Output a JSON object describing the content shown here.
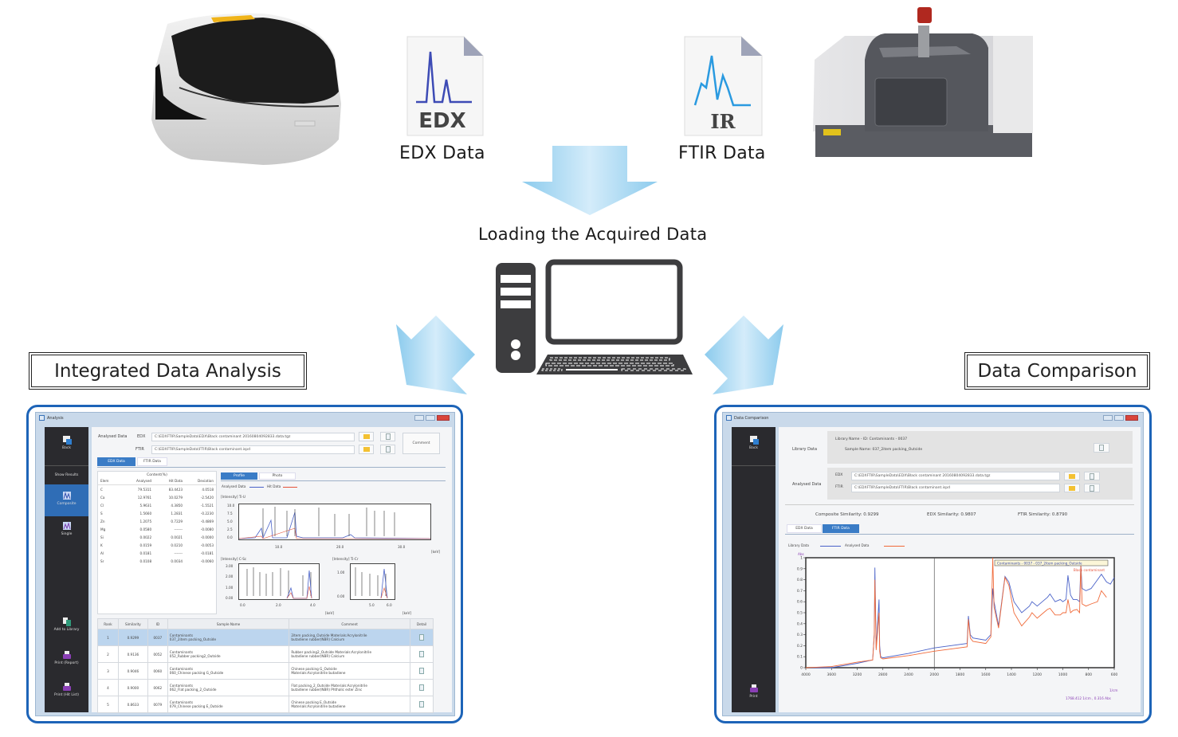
{
  "labels": {
    "edx_data": "EDX Data",
    "ftir_data": "FTIR Data",
    "loading": "Loading the Acquired Data",
    "integrated": "Integrated Data Analysis",
    "comparison": "Data Comparison",
    "edx_icon_text": "EDX",
    "ir_icon_text": "IR"
  },
  "colors": {
    "arrow": "#a9d6f0",
    "frame": "#1d64b8",
    "library_line": "#4a62c8",
    "analysed_line": "#f06a3a"
  },
  "analysis": {
    "window_title": "Analysis",
    "sidebar": {
      "back": "Back",
      "show_results": "Show Results",
      "composite": "Composite",
      "single": "Single",
      "add_to_library": "Add to Library",
      "print_report": "Print (Report)",
      "print_hit_list": "Print (Hit List)"
    },
    "analysed_data_label": "Analysed Data",
    "edx_label": "EDX",
    "ftir_label": "FTIR",
    "edx_path": "C:\\EDXFTIR\\SampleData\\EDX\\Black contaminant 20160804092833.data.tgz",
    "ftir_path": "C:\\EDXFTIR\\SampleData\\FTIR\\Black contaminant.ispd",
    "comment_button": "Comment",
    "tabs": [
      "EDX Data",
      "FTIR Data"
    ],
    "content_title": "Content(%)",
    "content_headers": [
      "Elem",
      "Analysed",
      "Hit Data",
      "Deviation"
    ],
    "content_rows": [
      [
        "C",
        "79.5311",
        "83.4423",
        "4.0518"
      ],
      [
        "Ca",
        "12.9761",
        "10.0279",
        "-2.5420"
      ],
      [
        "Cl",
        "5.9631",
        "4.3850",
        "-1.5521"
      ],
      [
        "S",
        "1.5660",
        "1.2831",
        "-0.2230"
      ],
      [
        "Zn",
        "1.2075",
        "0.7229",
        "-0.4869"
      ],
      [
        "Mg",
        "0.0580",
        "-------",
        "-0.0080"
      ],
      [
        "Si",
        "0.0022",
        "0.0021",
        "-0.0000"
      ],
      [
        "K",
        "0.0159",
        "0.0210",
        "-0.0053"
      ],
      [
        "Al",
        "0.0181",
        "-------",
        "-0.0181"
      ],
      [
        "Sr",
        "0.0108",
        "0.0034",
        "-0.0060"
      ]
    ],
    "view_tabs": [
      "Profile",
      "Photo"
    ],
    "legend": [
      "Analysed Data",
      "Hit Data"
    ],
    "chart1_label": "[Intensity] Ti-U",
    "chart1_yticks": [
      "10.0",
      "7.5",
      "5.0",
      "2.5",
      "0.0"
    ],
    "chart1_xticks": [
      "10.0",
      "20.0",
      "30.0"
    ],
    "kev": "[keV]",
    "chart2_label": "[Intensity] C-Sc",
    "chart2_yticks": [
      "3.00",
      "2.00",
      "1.00",
      "0.00"
    ],
    "chart2_xticks": [
      "0.0",
      "2.0",
      "4.0"
    ],
    "chart3_label": "[Intensity] Ti-Cr",
    "chart3_yticks": [
      "1.00",
      "0.00"
    ],
    "chart3_xticks": [
      "5.0",
      "6.0"
    ],
    "results_headers": [
      "Rank",
      "Similarity",
      "ID",
      "Sample Name",
      "Comment",
      "Detail"
    ],
    "results": [
      {
        "rank": "1",
        "similarity": "0.9299",
        "id": "0037",
        "name1": "Contaminants",
        "name2": "037_2item packing_Outside",
        "comment1": "2item packing_Outside Materials:Acrylonitrile",
        "comment2": "butadiene rubber(NBR) Calcium"
      },
      {
        "rank": "2",
        "similarity": "0.9136",
        "id": "0052",
        "name1": "Contaminants",
        "name2": "052_Rubber packing2_Outside",
        "comment1": "Rubber packing2_Outside Materials:Acrylonitrile",
        "comment2": "butadiene rubber(NBR) Calcium"
      },
      {
        "rank": "3",
        "similarity": "0.9046",
        "id": "0060",
        "name1": "Contaminants",
        "name2": "060_Chinese packing G_Outside",
        "comment1": "Chinese packing G_Outside",
        "comment2": "Materials:Acrylonitrile butadiene"
      },
      {
        "rank": "4",
        "similarity": "0.9000",
        "id": "0062",
        "name1": "Contaminants",
        "name2": "062_Flat packing_2_Outside",
        "comment1": "Flat packing_2_Outside Materials:Acrylonitrile",
        "comment2": "butadiene rubber(NBR) Phthalic ester Zinc"
      },
      {
        "rank": "5",
        "similarity": "0.8633",
        "id": "0079",
        "name1": "Contaminants",
        "name2": "079_Chinese packing E_Outside",
        "comment1": "Chinese packing E_Outside",
        "comment2": "Materials:Acrylonitrile butadiene"
      }
    ]
  },
  "comparison": {
    "window_title": "Data Comparison",
    "sidebar": {
      "back": "Back",
      "print": "Print"
    },
    "library_data_label": "Library Data",
    "library_name": "Library Name - ID:  Contaminants - 0037",
    "sample_name": "Sample Name:  037_2item packing_Outside",
    "analysed_data_label": "Analysed Data",
    "edx_label": "EDX",
    "ftir_label": "FTIR",
    "edx_path": "C:\\EDXFTIR\\SampleData\\EDX\\Black contaminant 20160804092833.data.tgz",
    "ftir_path": "C:\\EDXFTIR\\SampleData\\FTIR\\Black contaminant.ispd",
    "composite_similarity": "Composite Similarity:  0.9299",
    "edx_similarity": "EDX Similarity:  0.9807",
    "ftir_similarity": "FTIR Similarity:  0.8790",
    "tabs": [
      "EDX Data",
      "FTIR Data"
    ],
    "legend": [
      "Library Data",
      "Analysed Data"
    ],
    "chart_legend": [
      "Contaminants - 0037 - 037_2item packing_Outside",
      "Black contaminant"
    ],
    "y_unit": "Abs",
    "x_unit": "1/cm",
    "cursor_readout": "1768.412 1/cm ,  0.316 Abs"
  },
  "chart_data": {
    "type": "line",
    "xlabel": "1/cm",
    "ylabel": "Abs",
    "ylim": [
      0,
      1
    ],
    "yticks": [
      "0",
      "0.1",
      "0.2",
      "0.3",
      "0.4",
      "0.5",
      "0.6",
      "0.7",
      "0.8",
      "0.9",
      "1"
    ],
    "xticks": [
      "4000",
      "3600",
      "3200",
      "2800",
      "2400",
      "2000",
      "1800",
      "1600",
      "1400",
      "1200",
      "1000",
      "800",
      "600"
    ],
    "cursor_x": 2000,
    "series": [
      {
        "name": "Library Data",
        "x": [
          4000,
          3600,
          3200,
          2960,
          2935,
          2925,
          2905,
          2860,
          2850,
          2835,
          2800,
          2400,
          2000,
          1745,
          1735,
          1720,
          1700,
          1600,
          1560,
          1545,
          1535,
          1500,
          1450,
          1420,
          1380,
          1320,
          1260,
          1240,
          1200,
          1160,
          1120,
          1100,
          1060,
          1020,
          1000,
          975,
          960,
          940,
          920,
          890,
          870,
          860,
          850,
          820,
          780,
          730,
          700,
          660,
          630,
          600
        ],
        "y": [
          0.0,
          0.0,
          0.04,
          0.07,
          0.3,
          0.91,
          0.18,
          0.62,
          0.2,
          0.1,
          0.09,
          0.13,
          0.18,
          0.22,
          0.47,
          0.3,
          0.27,
          0.25,
          0.3,
          0.72,
          0.6,
          0.38,
          0.83,
          0.78,
          0.6,
          0.5,
          0.56,
          0.6,
          0.56,
          0.6,
          0.64,
          0.67,
          0.6,
          0.62,
          0.6,
          0.62,
          0.84,
          0.66,
          0.62,
          0.62,
          0.6,
          0.93,
          0.72,
          0.7,
          0.72,
          0.8,
          0.85,
          0.78,
          0.76,
          0.82
        ]
      },
      {
        "name": "Analysed Data",
        "x": [
          4000,
          3600,
          3200,
          2960,
          2935,
          2925,
          2905,
          2860,
          2850,
          2835,
          2800,
          2400,
          2000,
          1745,
          1735,
          1720,
          1700,
          1600,
          1560,
          1545,
          1535,
          1500,
          1450,
          1420,
          1380,
          1320,
          1260,
          1240,
          1200,
          1160,
          1120,
          1100,
          1060,
          1020,
          1000,
          975,
          960,
          940,
          920,
          890,
          870,
          860,
          850,
          820,
          780,
          730,
          700,
          660
        ],
        "y": [
          0.0,
          0.01,
          0.05,
          0.07,
          0.3,
          0.8,
          0.16,
          0.5,
          0.15,
          0.09,
          0.08,
          0.11,
          0.15,
          0.19,
          0.44,
          0.27,
          0.24,
          0.22,
          0.28,
          1.0,
          0.55,
          0.36,
          0.82,
          0.75,
          0.5,
          0.38,
          0.46,
          0.5,
          0.45,
          0.49,
          0.53,
          0.54,
          0.48,
          0.48,
          0.5,
          0.5,
          0.62,
          0.5,
          0.52,
          0.53,
          0.5,
          0.93,
          0.58,
          0.56,
          0.58,
          0.6,
          0.7,
          0.64
        ]
      }
    ]
  }
}
